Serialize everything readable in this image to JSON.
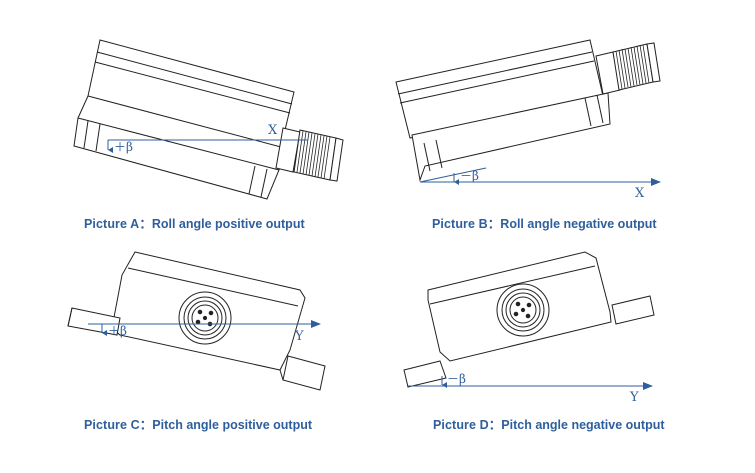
{
  "colors": {
    "line": "#222222",
    "axis": "#2e5f9c",
    "text": "#2e5f9c"
  },
  "panels": [
    {
      "key": "a",
      "label": "Picture A",
      "separator": "：",
      "description": "Roll angle positive output",
      "axis": "X",
      "angle": "＋β"
    },
    {
      "key": "b",
      "label": "Picture B",
      "separator": "：",
      "description": "Roll angle negative output",
      "axis": "X",
      "angle": "－β"
    },
    {
      "key": "c",
      "label": "Picture C",
      "separator": "：",
      "description": "Pitch angle positive output",
      "axis": "Y",
      "angle": "＋β"
    },
    {
      "key": "d",
      "label": "Picture D",
      "separator": "：",
      "description": "Pitch angle negative output",
      "axis": "Y",
      "angle": "－β"
    }
  ]
}
